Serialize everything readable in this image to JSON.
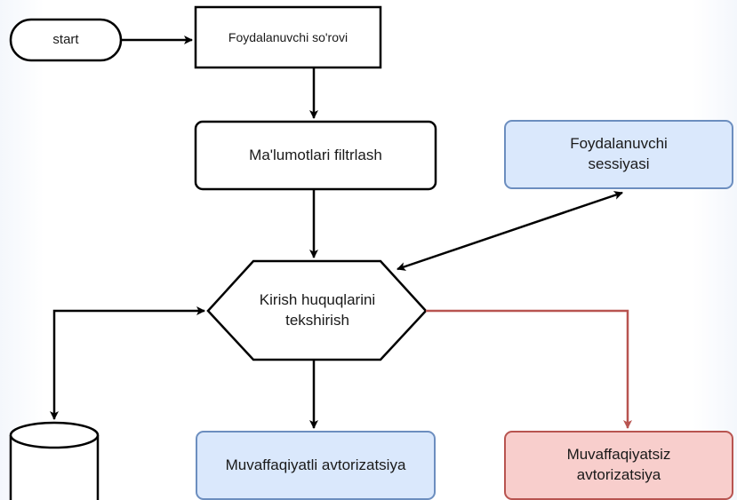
{
  "nodes": {
    "start": "start",
    "user_request": "Foydalanuvchi so'rovi",
    "filter_data": "Ma'lumotlari filtrlash",
    "user_session": "Foydalanuvchi sessiyasi",
    "check_access": "Kirish huquqlarini tekshirish",
    "auth_success": "Muvaffaqiyatli avtorizatsiya",
    "auth_fail": "Muvaffaqiyatsiz avtorizatsiya",
    "database": ""
  },
  "colors": {
    "stroke": "#000000",
    "session_fill": "#dae8fc",
    "session_stroke": "#6c8ebf",
    "success_fill": "#dae8fc",
    "success_stroke": "#6c8ebf",
    "fail_fill": "#f8cecc",
    "fail_stroke": "#b85450",
    "fail_edge": "#b85450"
  }
}
